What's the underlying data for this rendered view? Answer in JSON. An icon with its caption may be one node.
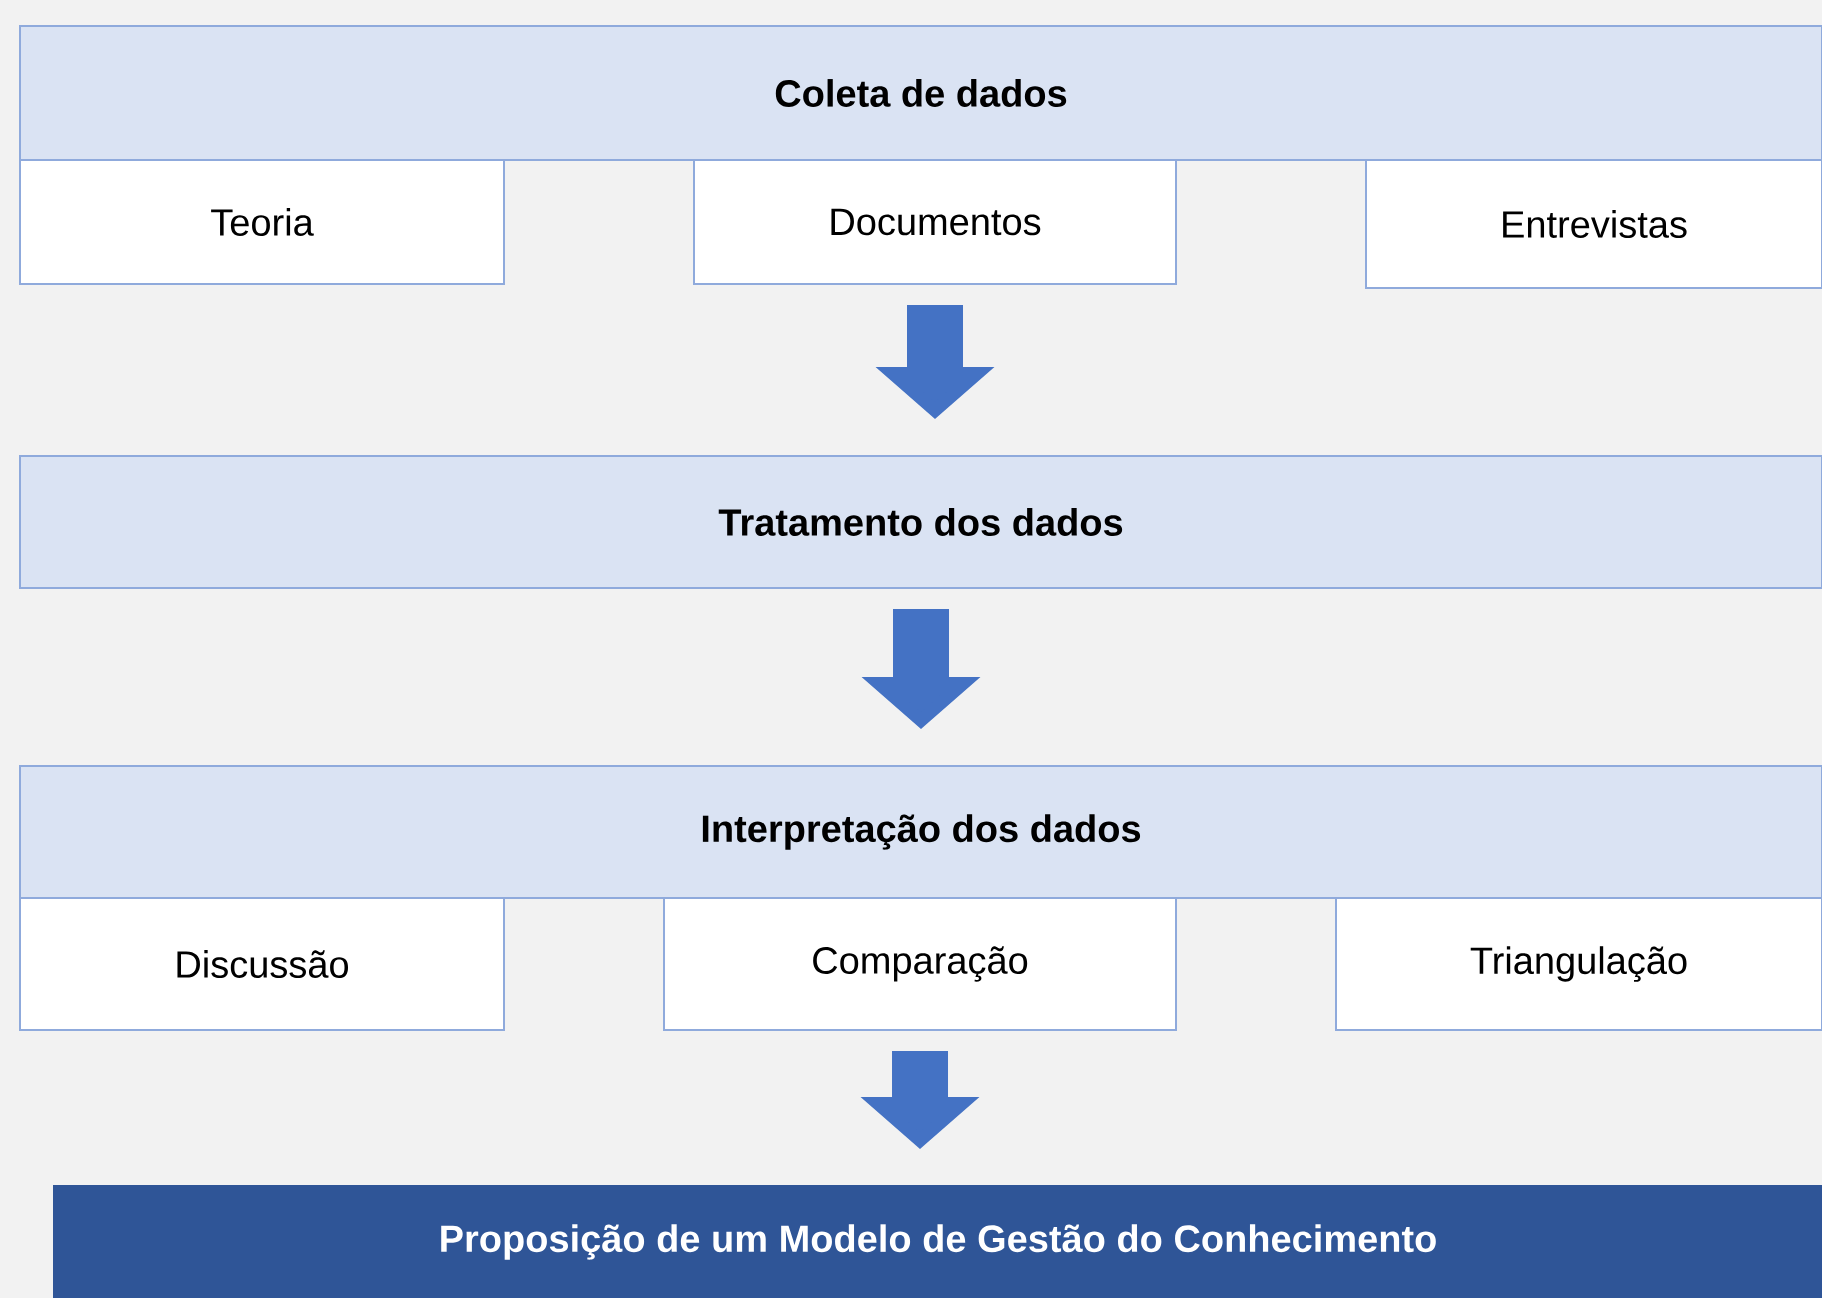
{
  "diagram": {
    "nodes": [
      {
        "text": [
          "Coleta de dados"
        ]
      },
      {
        "text": [
          "Teoria"
        ]
      },
      {
        "text": [
          "Documentos"
        ]
      },
      {
        "text": [
          "Entrevistas"
        ]
      },
      {
        "text": [
          "Tratamento dos dados"
        ]
      },
      {
        "text": [
          "Interpretação dos dados"
        ]
      },
      {
        "text": [
          "Discussão"
        ]
      },
      {
        "text": [
          "Comparação"
        ]
      },
      {
        "text": [
          "Triangulação"
        ]
      },
      {
        "text": [
          "Proposição de um Modelo de Gestão do Conhecimento"
        ]
      }
    ],
    "edges": [
      {
        "from": 2,
        "to": 4,
        "arrow": "to"
      },
      {
        "from": 4,
        "to": 5,
        "arrow": "to"
      },
      {
        "from": 7,
        "to": 9,
        "arrow": "to"
      }
    ]
  }
}
